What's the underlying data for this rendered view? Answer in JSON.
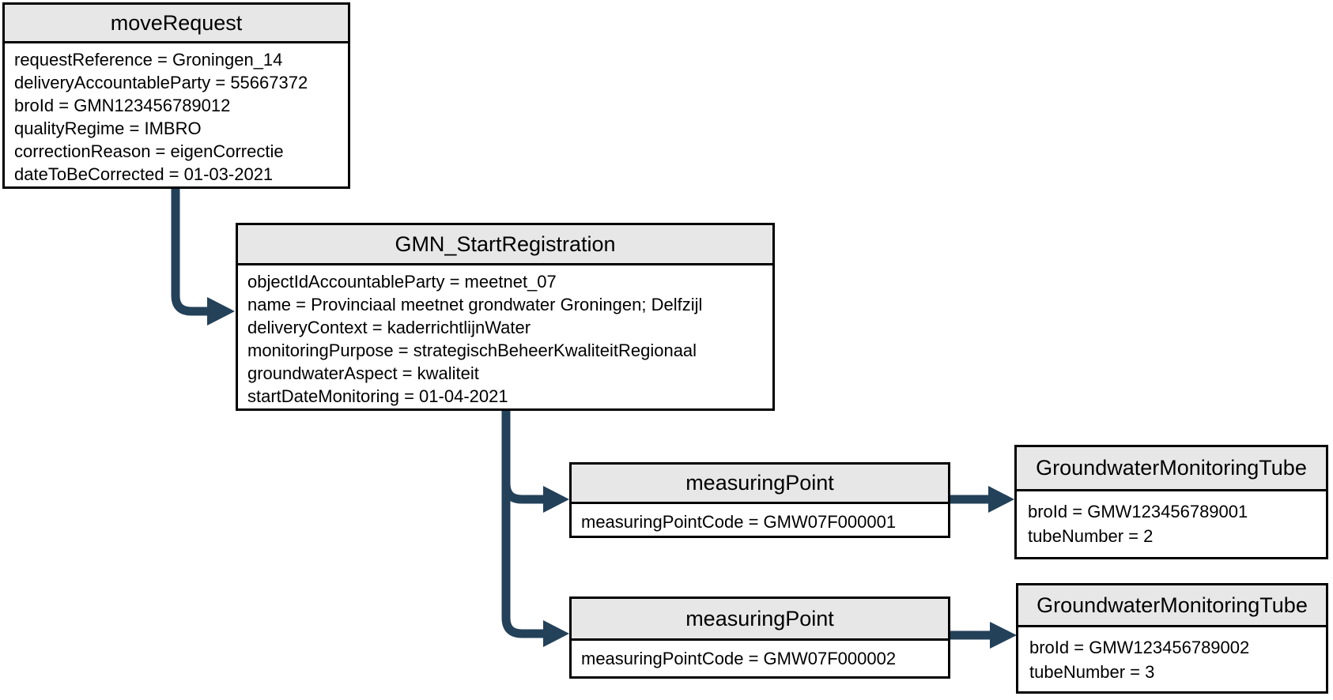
{
  "diagram_type": "uml-object-diagram",
  "colors": {
    "arrow": "#234159",
    "header_bg": "#E7E7E7",
    "box_border": "#000000",
    "text": "#000000",
    "background": "#FFFFFF"
  },
  "nodes": {
    "move_request": {
      "title": "moveRequest",
      "attributes": [
        "requestReference = Groningen_14",
        "deliveryAccountableParty = 55667372",
        "broId = GMN123456789012",
        "qualityRegime = IMBRO",
        "correctionReason = eigenCorrectie",
        "dateToBeCorrected = 01-03-2021"
      ]
    },
    "gmn_start_registration": {
      "title": "GMN_StartRegistration",
      "attributes": [
        "objectIdAccountableParty = meetnet_07",
        "name = Provinciaal meetnet grondwater Groningen; Delfzijl",
        "deliveryContext = kaderrichtlijnWater",
        "monitoringPurpose = strategischBeheerKwaliteitRegionaal",
        "groundwaterAspect = kwaliteit",
        "startDateMonitoring = 01-04-2021"
      ]
    },
    "measuring_point_1": {
      "title": "measuringPoint",
      "attributes": [
        "measuringPointCode = GMW07F000001"
      ]
    },
    "groundwater_tube_1": {
      "title": "GroundwaterMonitoringTube",
      "attributes": [
        "broId = GMW123456789001",
        "tubeNumber = 2"
      ]
    },
    "measuring_point_2": {
      "title": "measuringPoint",
      "attributes": [
        "measuringPointCode = GMW07F000002"
      ]
    },
    "groundwater_tube_2": {
      "title": "GroundwaterMonitoringTube",
      "attributes": [
        "broId = GMW123456789002",
        "tubeNumber = 3"
      ]
    }
  },
  "connections": [
    {
      "from": "moveRequest",
      "to": "GMN_StartRegistration"
    },
    {
      "from": "GMN_StartRegistration",
      "to": "measuringPoint (GMW07F000001)"
    },
    {
      "from": "GMN_StartRegistration",
      "to": "measuringPoint (GMW07F000002)"
    },
    {
      "from": "measuringPoint (GMW07F000001)",
      "to": "GroundwaterMonitoringTube (GMW123456789001)"
    },
    {
      "from": "measuringPoint (GMW07F000002)",
      "to": "GroundwaterMonitoringTube (GMW123456789002)"
    }
  ]
}
